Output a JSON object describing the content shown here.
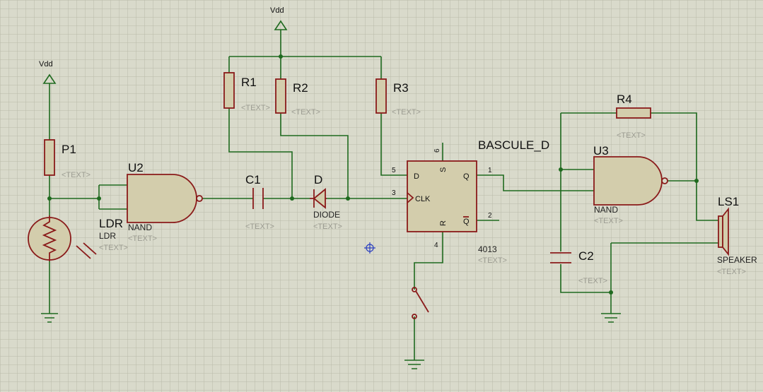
{
  "supplies": {
    "vdd_left": "Vdd",
    "vdd_top": "Vdd"
  },
  "components": {
    "p1": {
      "ref": "P1",
      "value": "<TEXT>"
    },
    "ldr": {
      "ref": "LDR",
      "type": "LDR",
      "value": "<TEXT>"
    },
    "u2": {
      "ref": "U2",
      "type": "NAND",
      "value": "<TEXT>"
    },
    "r1": {
      "ref": "R1",
      "value": "<TEXT>"
    },
    "r2": {
      "ref": "R2",
      "value": "<TEXT>"
    },
    "r3": {
      "ref": "R3",
      "value": "<TEXT>"
    },
    "c1": {
      "ref": "C1",
      "value": "<TEXT>"
    },
    "d": {
      "ref": "D",
      "type": "DIODE",
      "value": "<TEXT>"
    },
    "ff": {
      "ref": "BASCULE_D",
      "type": "4013",
      "value": "<TEXT>",
      "pins": {
        "d": "D",
        "clk": "CLK",
        "q": "Q",
        "qbar": "Q",
        "s": "S",
        "r": "R"
      },
      "pin_numbers": {
        "d": "5",
        "clk": "3",
        "q": "1",
        "qbar": "2",
        "s": "6",
        "r": "4"
      }
    },
    "u3": {
      "ref": "U3",
      "type": "NAND",
      "value": "<TEXT>"
    },
    "r4": {
      "ref": "R4",
      "value": "<TEXT>"
    },
    "c2": {
      "ref": "C2",
      "value": "<TEXT>"
    },
    "ls1": {
      "ref": "LS1",
      "type": "SPEAKER",
      "value": "<TEXT>"
    }
  },
  "colors": {
    "background": "#d9dacb",
    "grid": "#b9baa8",
    "wire": "#1f6a1f",
    "component": "#8a1a1a",
    "body_fill": "#d3cdac",
    "placeholder": "#9c9c92"
  }
}
